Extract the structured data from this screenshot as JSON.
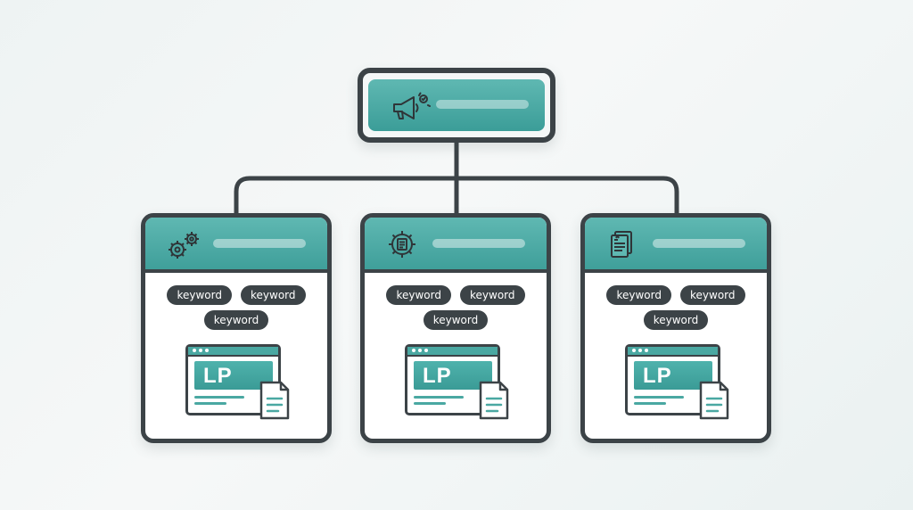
{
  "campaign": {
    "icon": "megaphone-icon"
  },
  "ad_groups": [
    {
      "icon": "gears-icon",
      "keywords": [
        "keyword",
        "keyword",
        "keyword"
      ],
      "landing_page": {
        "label": "LP",
        "icon": "document-icon"
      }
    },
    {
      "icon": "gear-document-icon",
      "keywords": [
        "keyword",
        "keyword",
        "keyword"
      ],
      "landing_page": {
        "label": "LP",
        "icon": "document-icon"
      }
    },
    {
      "icon": "stacked-documents-icon",
      "keywords": [
        "keyword",
        "keyword",
        "keyword"
      ],
      "landing_page": {
        "label": "LP",
        "icon": "document-icon"
      }
    }
  ],
  "colors": {
    "teal": "#4aa8a2",
    "outline": "#3c4347",
    "background": "#f1f5f5"
  }
}
